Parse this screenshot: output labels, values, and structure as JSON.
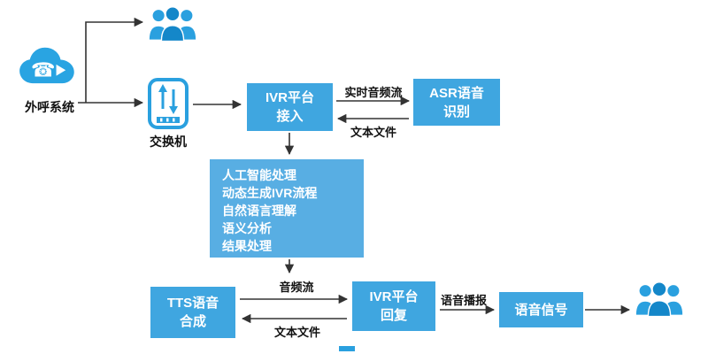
{
  "colors": {
    "box_blue": "#3fa6e0",
    "panel_blue": "#58aee3",
    "icon_blue": "#2aa0df",
    "icon_blue_dark": "#1487c9",
    "arrow": "#333333",
    "label_text": "#111111"
  },
  "icons": {
    "phone_glyph": "☎"
  },
  "nodes": {
    "outbound_system": {
      "label": "外呼系统"
    },
    "switch": {
      "label": "交换机"
    },
    "ivr_access": {
      "line1": "IVR平台",
      "line2": "接入"
    },
    "asr": {
      "line1": "ASR语音",
      "line2": "识别"
    },
    "tts": {
      "line1": "TTS语音",
      "line2": "合成"
    },
    "ivr_reply": {
      "line1": "IVR平台",
      "line2": "回复"
    },
    "voice_signal": {
      "label": "语音信号"
    }
  },
  "ai_panel": {
    "lines": [
      "人工智能处理",
      "动态生成IVR流程",
      "自然语言理解",
      "语义分析",
      "结果处理"
    ]
  },
  "edge_labels": {
    "realtime_audio_stream": "实时音频流",
    "text_file_top": "文本文件",
    "audio_stream": "音频流",
    "text_file_bottom": "文本文件",
    "voice_broadcast": "语音播报"
  }
}
